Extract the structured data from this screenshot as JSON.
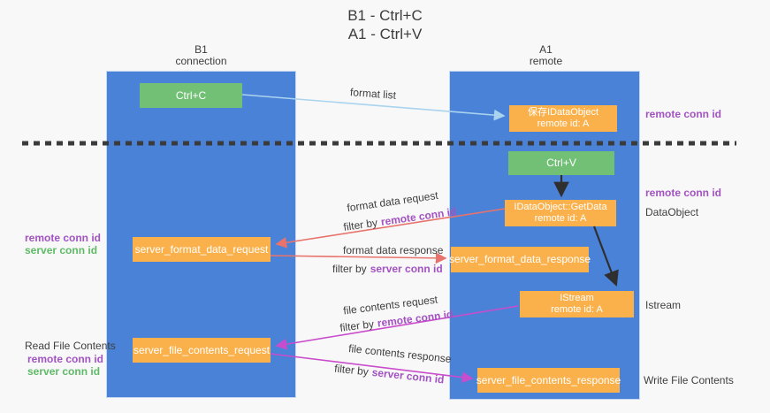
{
  "title": {
    "line1": "B1 - Ctrl+C",
    "line2": "A1 - Ctrl+V"
  },
  "lanes": {
    "left": {
      "title": "B1",
      "subtitle": "connection"
    },
    "right": {
      "title": "A1",
      "subtitle": "remote"
    }
  },
  "nodes": {
    "ctrl_c": {
      "label": "Ctrl+C"
    },
    "ctrl_v": {
      "label": "Ctrl+V"
    },
    "save_idataobject": {
      "line1": "保存IDataObject",
      "line2": "remote id: A"
    },
    "getdata": {
      "line1": "IDataObject::GetData",
      "line2": "remote id: A"
    },
    "istream": {
      "line1": "IStream",
      "line2": "remote id: A"
    },
    "format_request": {
      "label": "server_format_data_request"
    },
    "format_response": {
      "label": "server_format_data_response"
    },
    "file_request": {
      "label": "server_file_contents_request"
    },
    "file_response": {
      "label": "server_file_contents_response"
    }
  },
  "labels": {
    "format_list": "format list",
    "format_data_request": "format data request",
    "format_data_response": "format data response",
    "file_contents_request": "file contents request",
    "file_contents_response": "file contents response",
    "filter_by": "filter by",
    "remote_conn_id": "remote conn id",
    "server_conn_id": "server conn id",
    "dataobject": "DataObject",
    "istream_side": "Istream",
    "read_file_contents": "Read File Contents",
    "write_file_contents": "Write File Contents"
  },
  "colors": {
    "lane_blue": "#4a82d8",
    "green_box": "#71c075",
    "orange_box": "#fbb14b",
    "arrow_light_blue": "#a9d3ee",
    "arrow_red": "#e8736c",
    "arrow_magenta": "#c94ccc",
    "arrow_black": "#2f2f2f",
    "purple_text": "#a352c2",
    "green_text": "#5eba66",
    "background": "#f8f8f8"
  }
}
